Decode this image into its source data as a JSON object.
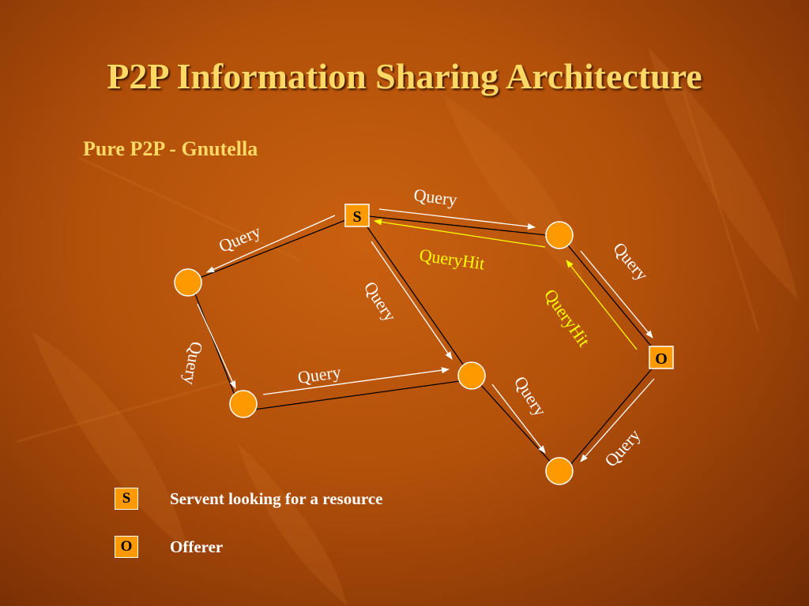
{
  "slide": {
    "title": "P2P Information Sharing Architecture",
    "subtitle": "Pure P2P - Gnutella"
  },
  "diagram": {
    "nodes": {
      "servent": {
        "letter": "S"
      },
      "offerer": {
        "letter": "O"
      }
    },
    "edge_labels": {
      "query": "Query",
      "query_hit": "QueryHit"
    }
  },
  "legend": [
    {
      "symbol": "S",
      "text": "Servent looking for a resource"
    },
    {
      "symbol": "O",
      "text": "Offerer"
    }
  ],
  "colors": {
    "background": "#b2500a",
    "title": "#ffd966",
    "node_fill": "#ff9900",
    "query_arrow": "#ffffff",
    "queryhit_arrow": "#ffff00",
    "link": "#000000"
  }
}
